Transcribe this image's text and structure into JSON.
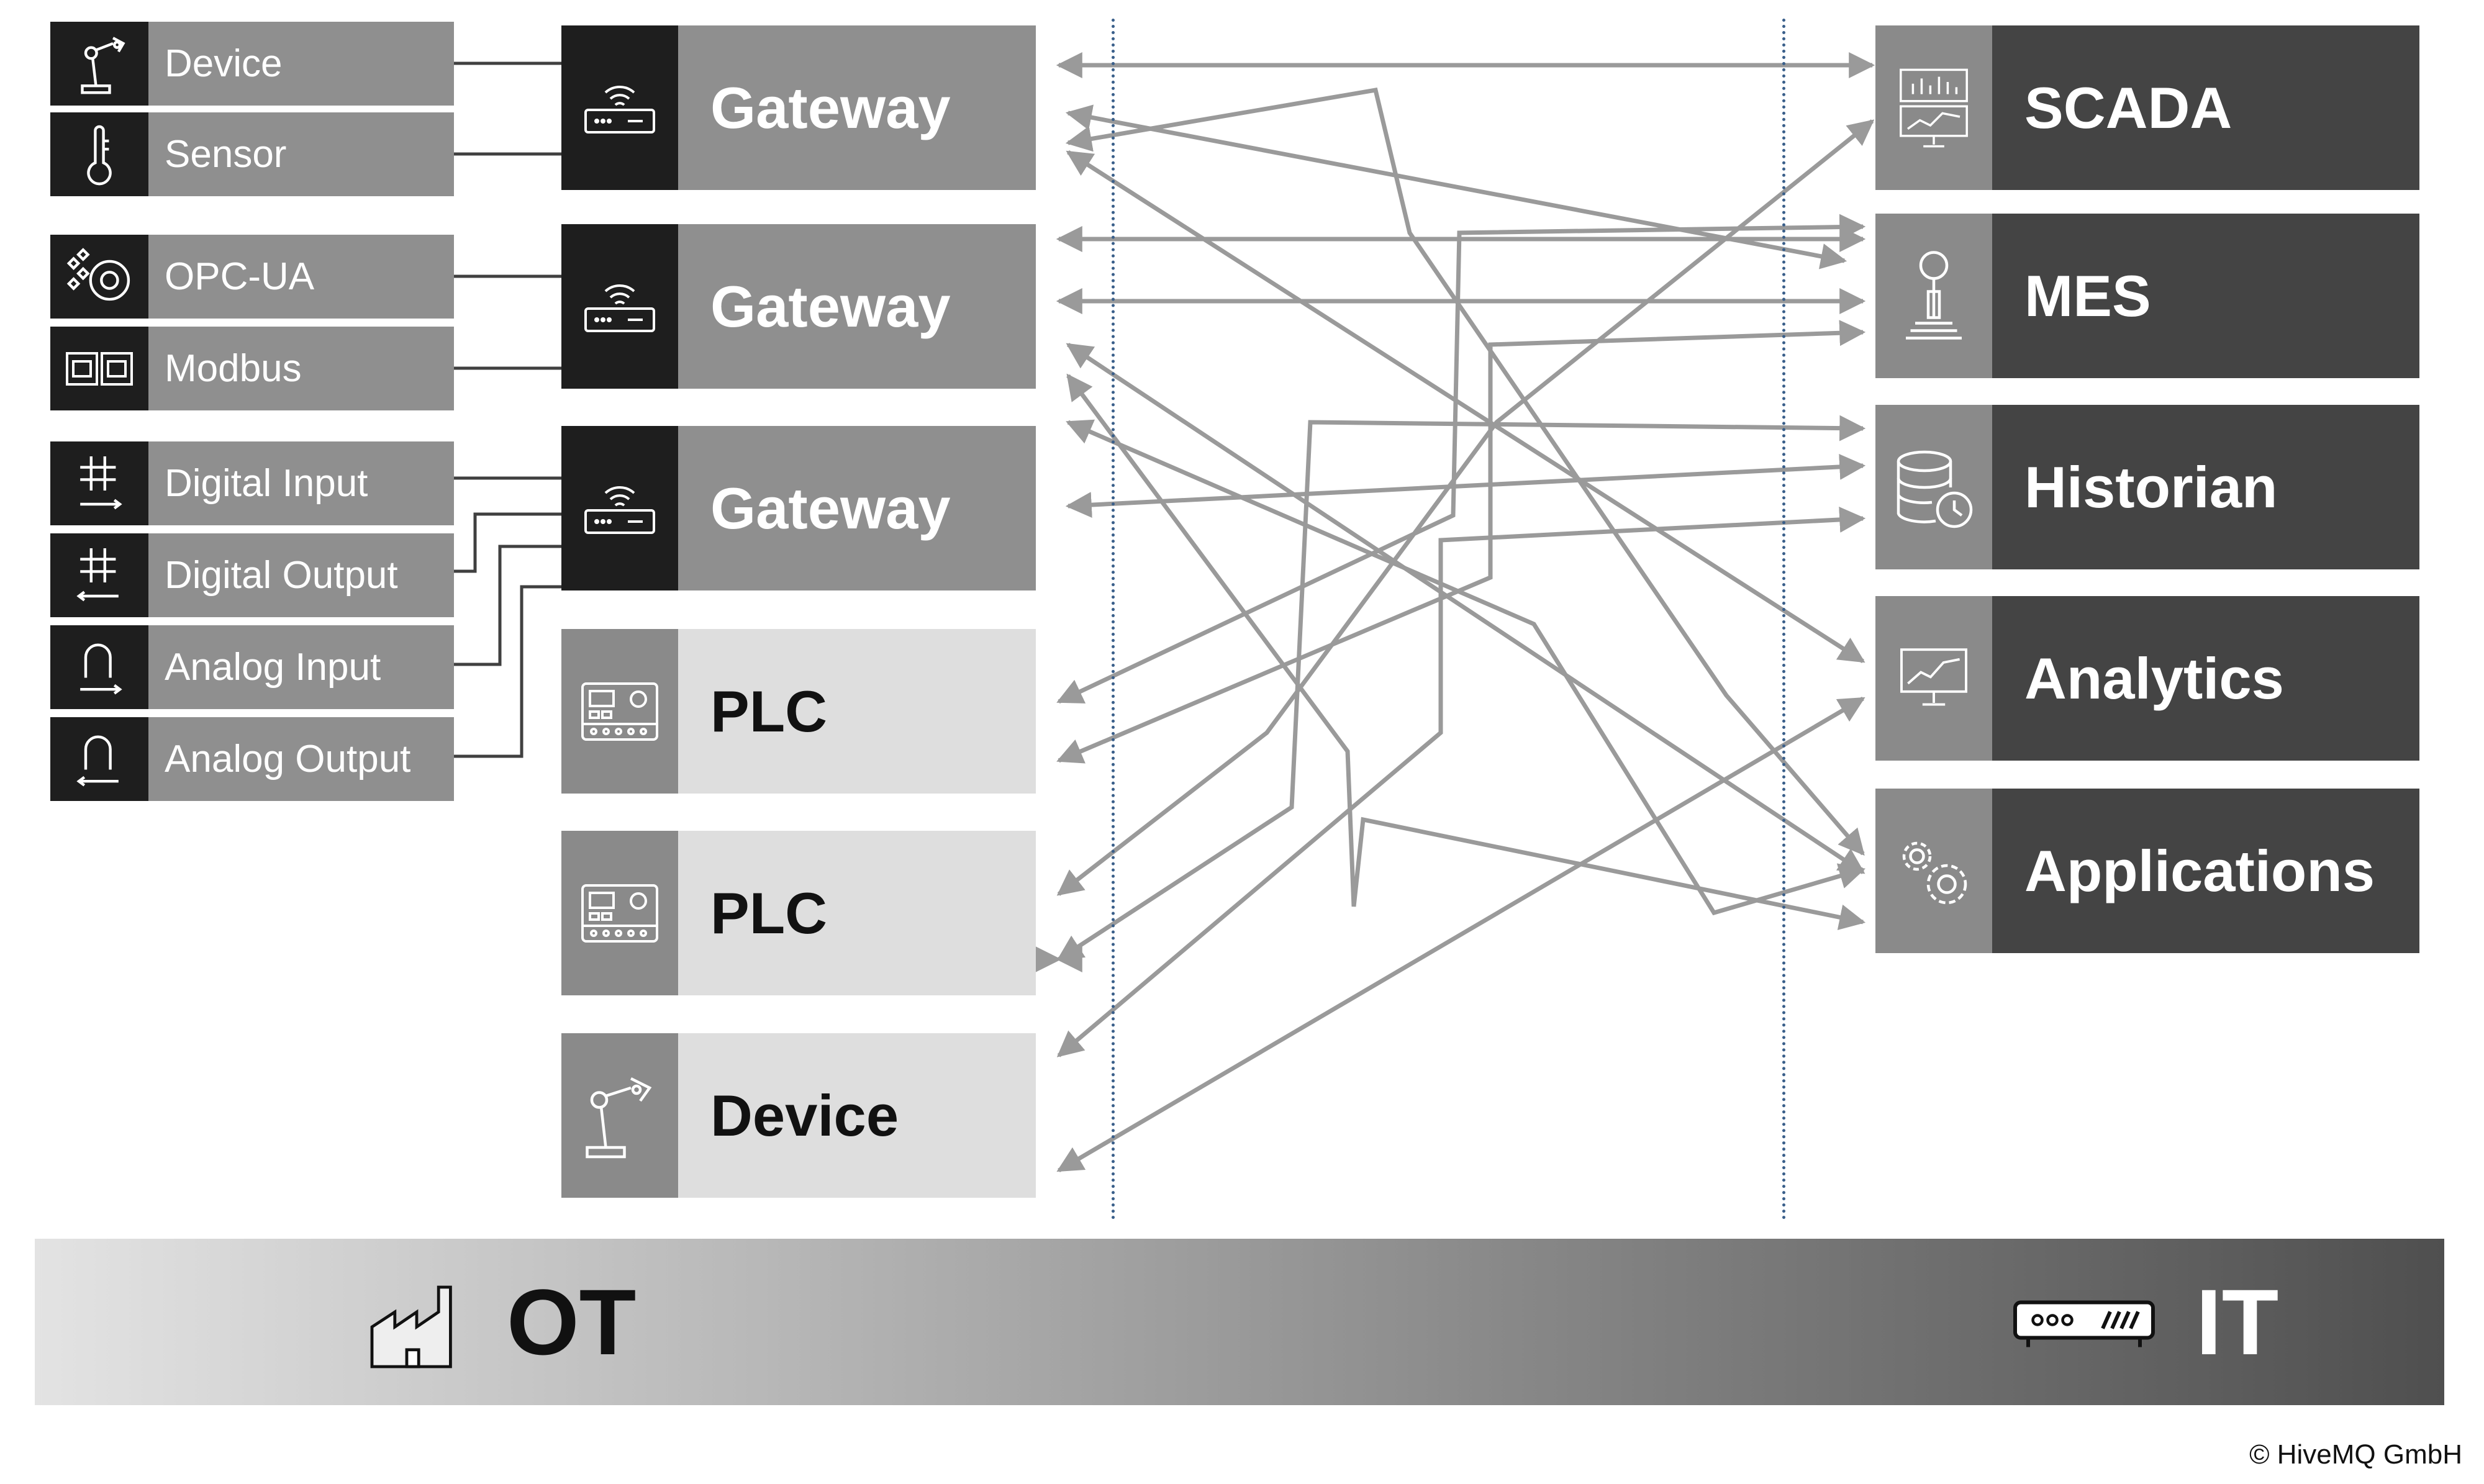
{
  "sources": {
    "device": "Device",
    "sensor": "Sensor",
    "opcua": "OPC-UA",
    "modbus": "Modbus",
    "digital_input": "Digital Input",
    "digital_output": "Digital Output",
    "analog_input": "Analog Input",
    "analog_output": "Analog Output"
  },
  "ot_nodes": {
    "gateway_1": "Gateway",
    "gateway_2": "Gateway",
    "gateway_3": "Gateway",
    "plc_1": "PLC",
    "plc_2": "PLC",
    "device": "Device"
  },
  "it_nodes": {
    "scada": "SCADA",
    "mes": "MES",
    "historian": "Historian",
    "analytics": "Analytics",
    "applications": "Applications"
  },
  "banner": {
    "ot_label": "OT",
    "it_label": "IT"
  },
  "copyright": "© HiveMQ GmbH",
  "colors": {
    "dark": "#1e1e1e",
    "mid": "#8f8f8f",
    "light": "#dedede",
    "it_dark": "#444444",
    "wire": "#999999"
  }
}
